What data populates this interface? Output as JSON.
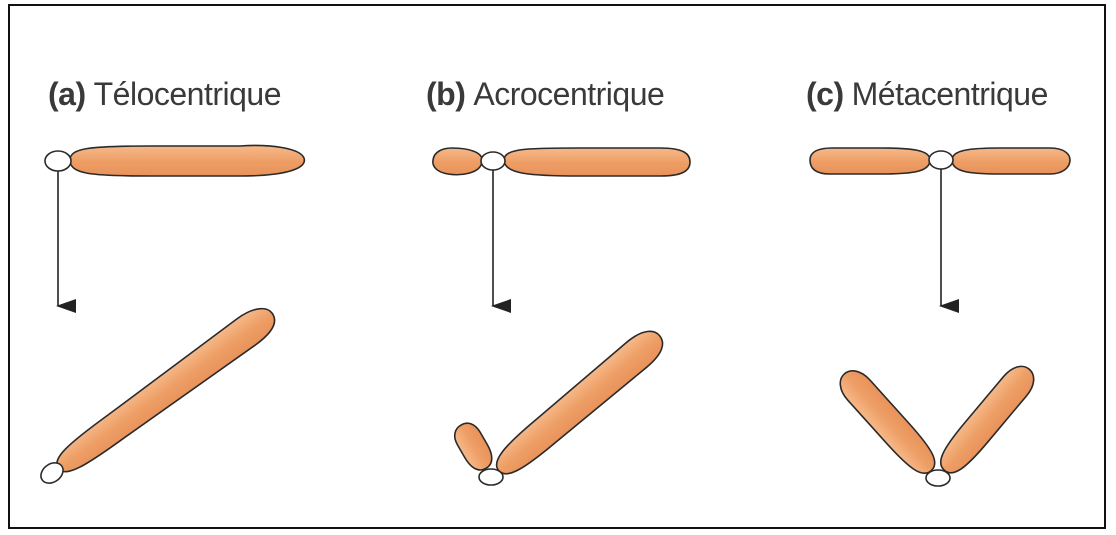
{
  "panels": [
    {
      "letter": "(a)",
      "name": "Télocentrique"
    },
    {
      "letter": "(b)",
      "name": "Acrocentrique"
    },
    {
      "letter": "(c)",
      "name": "Métacentrique"
    }
  ],
  "colors": {
    "arm_fill": "#f0a870",
    "arm_stroke": "#2a2a2a",
    "centromere_fill": "#ffffff",
    "arrow": "#222222",
    "frame": "#111111"
  }
}
